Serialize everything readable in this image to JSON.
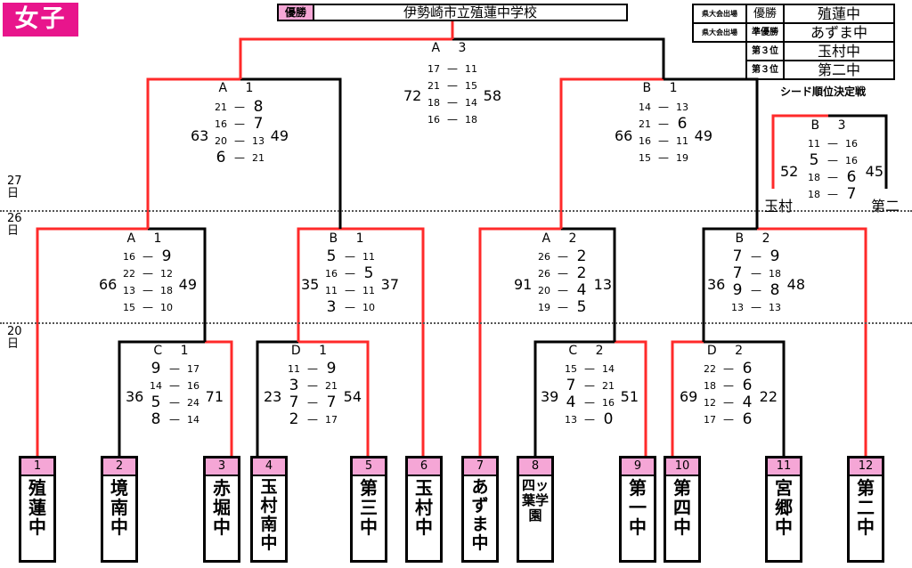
{
  "title": "女子",
  "champion": {
    "label": "優勝",
    "school": "伊勢崎市立殖蓮中学校"
  },
  "rankings": [
    {
      "note": "県大会出場",
      "label": "優勝",
      "school": "殖蓮中"
    },
    {
      "note": "県大会出場",
      "label": "準優勝",
      "school": "あずま中"
    },
    {
      "note": "",
      "label": "第３位",
      "school": "玉村中"
    },
    {
      "note": "",
      "label": "第３位",
      "school": "第二中"
    }
  ],
  "seed_title": "シード順位決定戦",
  "days": [
    {
      "text": "27\n日"
    },
    {
      "text": "26\n日"
    },
    {
      "text": "20\n日"
    }
  ],
  "teams": [
    {
      "num": "1",
      "name": "殖蓮中"
    },
    {
      "num": "2",
      "name": "境南中"
    },
    {
      "num": "3",
      "name": "赤堀中"
    },
    {
      "num": "4",
      "name": "玉村南中"
    },
    {
      "num": "5",
      "name": "第三中"
    },
    {
      "num": "6",
      "name": "玉村中"
    },
    {
      "num": "7",
      "name": "あずま中"
    },
    {
      "num": "8",
      "name": "四ッ葉学園"
    },
    {
      "num": "9",
      "name": "第一中"
    },
    {
      "num": "10",
      "name": "第四中"
    },
    {
      "num": "11",
      "name": "宮郷中"
    },
    {
      "num": "12",
      "name": "第二中"
    }
  ],
  "matches": [
    {
      "label": "A 3",
      "left": "72",
      "right": "58",
      "sets": [
        [
          "17",
          "11"
        ],
        [
          "21",
          "15"
        ],
        [
          "18",
          "14"
        ],
        [
          "16",
          "18"
        ]
      ]
    },
    {
      "label": "A 1",
      "left": "63",
      "right": "49",
      "sets": [
        [
          "21",
          "8"
        ],
        [
          "16",
          "7"
        ],
        [
          "20",
          "13"
        ],
        [
          "6",
          "21"
        ]
      ]
    },
    {
      "label": "B 1",
      "left": "66",
      "right": "49",
      "sets": [
        [
          "14",
          "13"
        ],
        [
          "21",
          "6"
        ],
        [
          "16",
          "11"
        ],
        [
          "15",
          "19"
        ]
      ]
    },
    {
      "label": "B 3",
      "left": "52",
      "right": "45",
      "sets": [
        [
          "11",
          "16"
        ],
        [
          "5",
          "16"
        ],
        [
          "18",
          "6"
        ],
        [
          "18",
          "7"
        ]
      ],
      "left_name": "玉村",
      "right_name": "第二"
    },
    {
      "label": "A 1",
      "left": "66",
      "right": "49",
      "sets": [
        [
          "16",
          "9"
        ],
        [
          "22",
          "12"
        ],
        [
          "13",
          "18"
        ],
        [
          "15",
          "10"
        ]
      ]
    },
    {
      "label": "B 1",
      "left": "35",
      "right": "37",
      "sets": [
        [
          "5",
          "11"
        ],
        [
          "16",
          "5"
        ],
        [
          "11",
          "11"
        ],
        [
          "3",
          "10"
        ]
      ]
    },
    {
      "label": "A 2",
      "left": "91",
      "right": "13",
      "sets": [
        [
          "26",
          "2"
        ],
        [
          "26",
          "2"
        ],
        [
          "20",
          "4"
        ],
        [
          "19",
          "5"
        ]
      ]
    },
    {
      "label": "B 2",
      "left": "36",
      "right": "48",
      "sets": [
        [
          "7",
          "9"
        ],
        [
          "7",
          "18"
        ],
        [
          "9",
          "8"
        ],
        [
          "13",
          "13"
        ]
      ]
    },
    {
      "label": "C 1",
      "left": "36",
      "right": "71",
      "sets": [
        [
          "9",
          "17"
        ],
        [
          "14",
          "16"
        ],
        [
          "5",
          "24"
        ],
        [
          "8",
          "14"
        ]
      ]
    },
    {
      "label": "D 1",
      "left": "23",
      "right": "54",
      "sets": [
        [
          "11",
          "9"
        ],
        [
          "3",
          "21"
        ],
        [
          "7",
          "7"
        ],
        [
          "2",
          "17"
        ]
      ]
    },
    {
      "label": "C 2",
      "left": "39",
      "right": "51",
      "sets": [
        [
          "15",
          "14"
        ],
        [
          "7",
          "21"
        ],
        [
          "4",
          "16"
        ],
        [
          "13",
          "0"
        ]
      ]
    },
    {
      "label": "D 2",
      "left": "69",
      "right": "22",
      "sets": [
        [
          "22",
          "6"
        ],
        [
          "18",
          "6"
        ],
        [
          "12",
          "4"
        ],
        [
          "17",
          "6"
        ]
      ]
    }
  ]
}
